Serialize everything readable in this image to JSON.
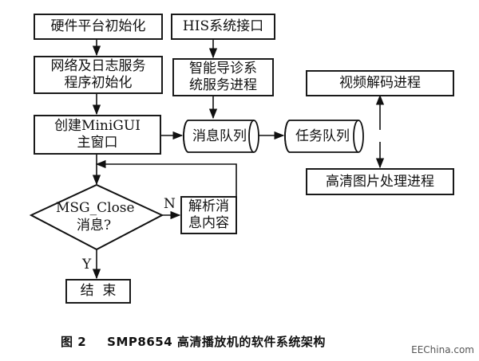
{
  "nodes": {
    "hw_init": "硬件平台初始化",
    "his_interface": "HIS系统接口",
    "net_log_line1": "网络及日志服务",
    "net_log_line2": "程序初始化",
    "smart_line1": "智能导诊系",
    "smart_line2": "统服务进程",
    "minigui_line1": "创建MiniGUI",
    "minigui_line2": "主窗口",
    "msg_queue": "消息队列",
    "task_queue": "任务队列",
    "video_decode": "视频解码进程",
    "hd_image": "高清图片处理进程",
    "decision_line1": "MSG_Close",
    "decision_line2": "消息?",
    "parse_line1": "解析消",
    "parse_line2": "息内容",
    "end": "结  束"
  },
  "edge_labels": {
    "no": "N",
    "yes": "Y"
  },
  "caption": {
    "number": "图 2",
    "text": "SMP8654 高清播放机的软件系统架构"
  },
  "watermark": "EEChina.com"
}
